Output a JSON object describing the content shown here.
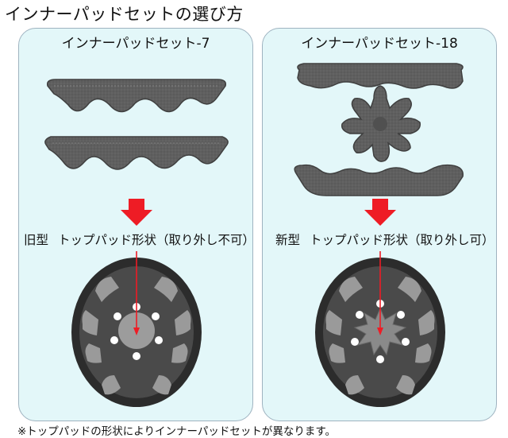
{
  "page": {
    "title": "インナーパッドセットの選び方",
    "footnote": "※トップパッドの形状によりインナーパッドセットが異なります。"
  },
  "panels": [
    {
      "title": "インナーパッドセット-7",
      "caption_type": "旧型",
      "caption_desc": "トップパッド形状（取り外し不可）"
    },
    {
      "title": "インナーパッドセット-18",
      "caption_type": "新型",
      "caption_desc": "トップパッド形状（取り外し可）"
    }
  ],
  "colors": {
    "panel_bg": "#e3f7f9",
    "pad": "#5e5e5e",
    "arrow": "#ee1c25"
  },
  "icons": [
    "down-arrow-icon"
  ]
}
